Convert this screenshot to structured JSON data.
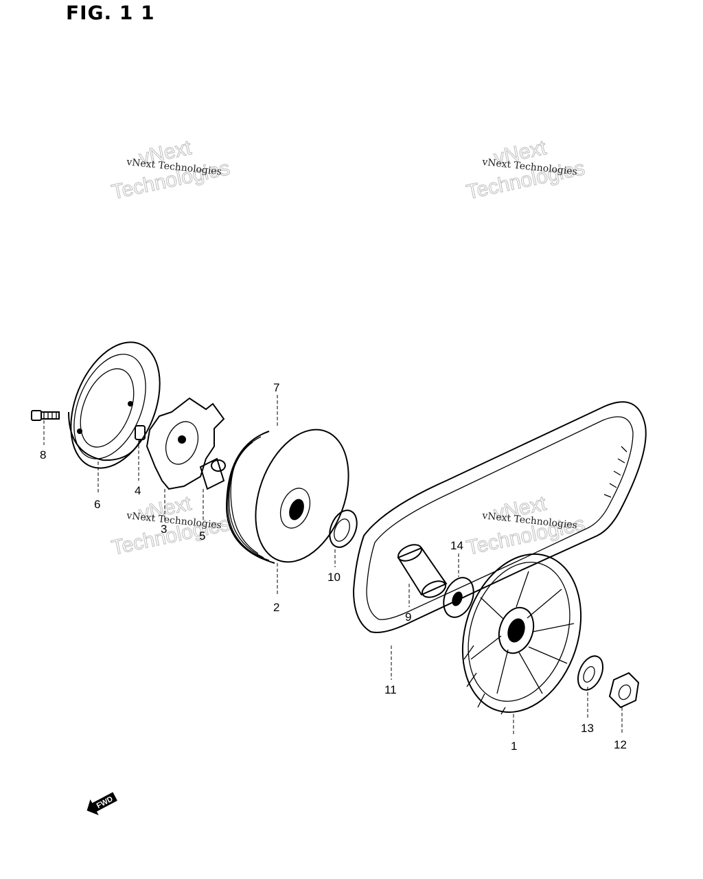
{
  "figure": {
    "title": "FIG. 1 1"
  },
  "watermark": {
    "line1": "vNext Technologies",
    "line2": "vNext",
    "line3": "Technologies"
  },
  "fwd_badge": {
    "text": "FWD"
  },
  "callouts": [
    "1",
    "2",
    "3",
    "4",
    "5",
    "6",
    "7",
    "8",
    "9",
    "10",
    "11",
    "12",
    "13",
    "14"
  ]
}
